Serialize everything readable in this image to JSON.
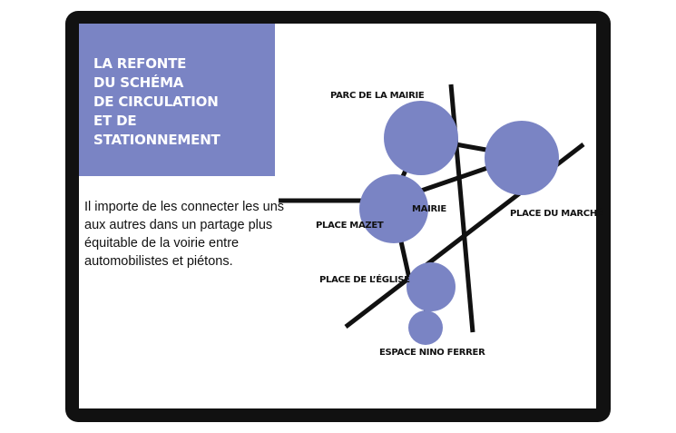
{
  "title": "LA REFONTE\nDU SCHÉMA\nDE CIRCULATION\nET DE\nSTATIONNEMENT",
  "body": "Il importe de les connecter les uns aux autres dans un partage plus équitable de la voirie entre automobilistes et piétons.",
  "colors": {
    "accent": "#7a84c4",
    "frame": "#111111",
    "road": "#111111"
  },
  "places": {
    "parc": "PARC DE LA MAIRIE",
    "mazet": "PLACE MAZET",
    "mairie": "MAIRIE",
    "marche": "PLACE DU MARCHÉ",
    "eglise": "PLACE DE L’ÉGLISE",
    "nino": "ESPACE NINO FERRER"
  }
}
